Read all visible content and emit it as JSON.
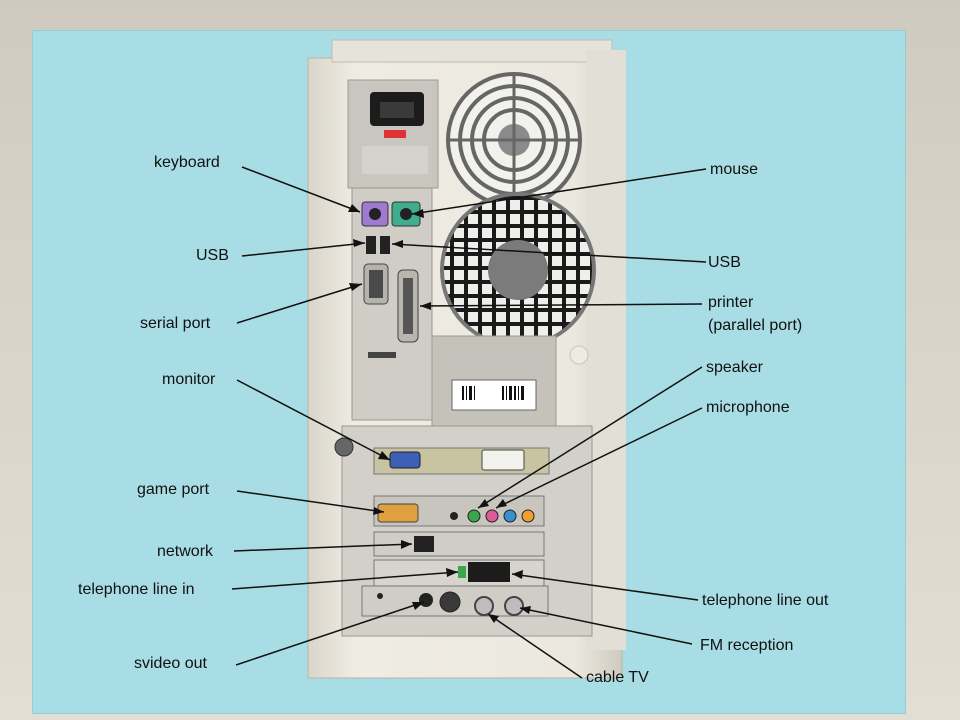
{
  "labels": {
    "keyboard": "keyboard",
    "usb_left": "USB",
    "serial_port": "serial port",
    "monitor": "monitor",
    "game_port": "game port",
    "network": "network",
    "telephone_line_in": "telephone line in",
    "svideo_out": "svideo out",
    "mouse": "mouse",
    "usb_right": "USB",
    "printer_line1": "printer",
    "printer_line2": "(parallel port)",
    "speaker": "speaker",
    "microphone": "microphone",
    "telephone_line_out": "telephone line out",
    "fm_reception": "FM reception",
    "cable_tv": "cable TV"
  },
  "colors": {
    "panel_background": "#a8dde5",
    "case_body": "#e9e6dd",
    "metal_plate": "#c9c7c0",
    "leader_line": "#111111",
    "keyboard_port": "#a07ad0",
    "mouse_port": "#3fae8f",
    "monitor_port": "#3d5fb5",
    "game_port": "#e0a040",
    "audio_green": "#3aa84a",
    "audio_pink": "#e05a9a",
    "audio_blue": "#3a8fd0",
    "audio_orange": "#f0a030"
  }
}
